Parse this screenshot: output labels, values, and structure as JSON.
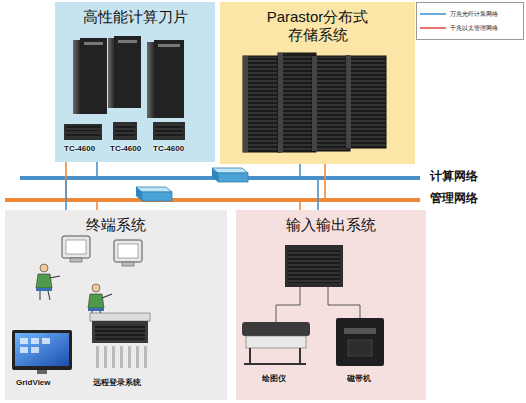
{
  "diagram": {
    "nodes": [
      {
        "text": [
          "高性能计算刀片"
        ]
      },
      {
        "text": [
          "Parastor分布式 存储系统"
        ]
      },
      {
        "text": [
          "计算网络"
        ]
      },
      {
        "text": [
          "管理网络"
        ]
      },
      {
        "text": [
          "终端系统"
        ]
      },
      {
        "text": [
          "输入输出系统"
        ]
      }
    ],
    "edges": [
      {
        "from": 0,
        "to": 2,
        "arrow": "none"
      },
      {
        "from": 0,
        "to": 3,
        "arrow": "none"
      },
      {
        "from": 1,
        "to": 2,
        "arrow": "none"
      },
      {
        "from": 1,
        "to": 3,
        "arrow": "none"
      },
      {
        "from": 4,
        "to": 2,
        "arrow": "none"
      },
      {
        "from": 4,
        "to": 3,
        "arrow": "none"
      },
      {
        "from": 5,
        "to": 2,
        "arrow": "none"
      },
      {
        "from": 5,
        "to": 3,
        "arrow": "none"
      }
    ],
    "labels": [
      "TC-4600",
      "TC-4600",
      "TC-4600",
      "GridView",
      "远程登录系统",
      "绘图仪",
      "磁带机"
    ],
    "legend": [
      {
        "text": "万兆光纤计算网络"
      },
      {
        "text": "千兆以太管理网络"
      }
    ]
  }
}
